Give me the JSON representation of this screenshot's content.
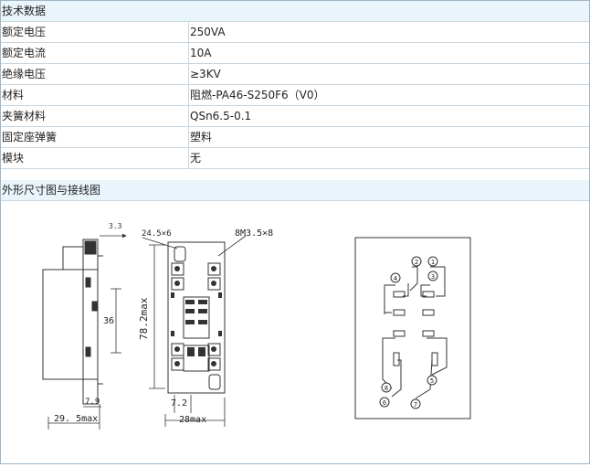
{
  "section_tech": "技术数据",
  "specs": [
    {
      "label": "额定电压",
      "value": "250VA"
    },
    {
      "label": "额定电流",
      "value": "10A"
    },
    {
      "label": "绝缘电压",
      "value": "≥3KV"
    },
    {
      "label": "材料",
      "value": "阻燃-PA46-S250F6（V0）"
    },
    {
      "label": "夹簧材料",
      "value": "QSn6.5-0.1"
    },
    {
      "label": "固定座弹簧",
      "value": "塑料"
    },
    {
      "label": "模块",
      "value": "无"
    }
  ],
  "section_drawing": "外形尺寸图与接线图",
  "drawing": {
    "dim_3_3": "3.3",
    "dim_36": "36",
    "dim_7_9": "7.9",
    "dim_29_5": "29. 5max",
    "dim_24_5": "24.5×6",
    "dim_8m": "8M3.5×8",
    "dim_78_2": "78.2max",
    "dim_7_2": "7.2",
    "dim_28": "28max",
    "pins": [
      "1",
      "2",
      "3",
      "4",
      "5",
      "6",
      "7",
      "8"
    ]
  }
}
